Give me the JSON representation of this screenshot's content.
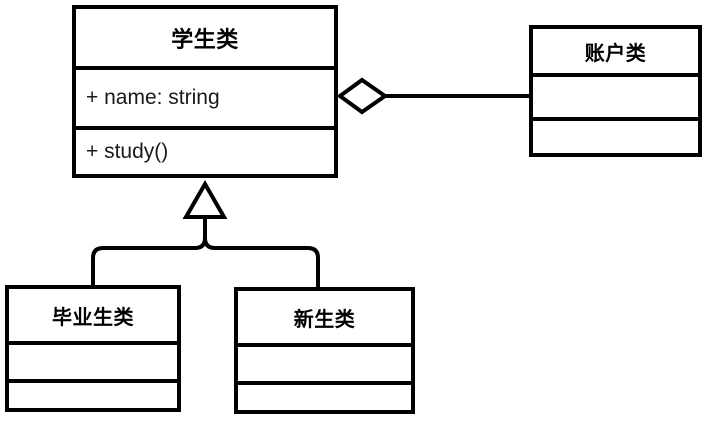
{
  "diagram": {
    "type": "uml-class-diagram",
    "title": "",
    "background_color": "#ffffff",
    "stroke_color": "#000000",
    "text_color": "#000000"
  },
  "classes": {
    "student": {
      "name": "学生类",
      "attributes": [
        "+ name: string"
      ],
      "operations": [
        "+ study()"
      ]
    },
    "account": {
      "name": "账户类",
      "attributes": [
        ""
      ],
      "operations": [
        ""
      ]
    },
    "graduate": {
      "name": "毕业生类",
      "attributes": [
        ""
      ],
      "operations": [
        ""
      ]
    },
    "freshman": {
      "name": "新生类",
      "attributes": [
        ""
      ],
      "operations": [
        ""
      ]
    }
  },
  "relationships": [
    {
      "kind": "aggregation",
      "from": "student",
      "to": "account",
      "marker": "hollow-diamond",
      "label": ""
    },
    {
      "kind": "generalization",
      "from": "graduate",
      "to": "student",
      "marker": "hollow-triangle",
      "label": ""
    },
    {
      "kind": "generalization",
      "from": "freshman",
      "to": "student",
      "marker": "hollow-triangle",
      "label": ""
    }
  ]
}
